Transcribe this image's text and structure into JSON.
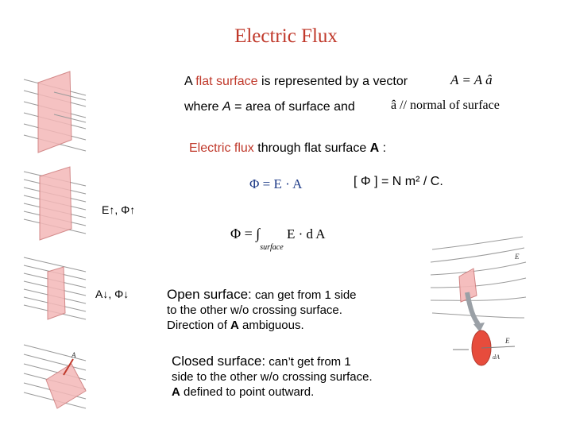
{
  "title": "Electric Flux",
  "line1": {
    "prefix": "A ",
    "highlight": "flat surface",
    "suffix": " is represented by a vector",
    "formula": "A = A â"
  },
  "line2": {
    "text_prefix": "where ",
    "var": "A",
    "text_mid": " = area of surface  and ",
    "formula": "â // normal of surface"
  },
  "line3": {
    "highlight": "Electric flux",
    "suffix": " through flat  surface ",
    "bold": "A",
    "colon": " :"
  },
  "flux_formula": "Φ = E · A",
  "units": "[ Φ ] = N m² / C.",
  "note_e_up": "E↑, Φ↑",
  "note_a_down": "A↓, Φ↓",
  "integral_formula": {
    "lhs": "Φ = ∫",
    "sub": "surface",
    "rhs": "E · d A"
  },
  "open_surface": {
    "label": "Open surface:",
    "text1": "  can get from 1 side",
    "text2": "to the other w/o crossing surface.",
    "text3_prefix": "Direction of  ",
    "text3_bold": "A",
    "text3_suffix": "  ambiguous."
  },
  "closed_surface": {
    "label": "Closed surface:",
    "text1": "  can’t get from 1",
    "text2": "side to the other w/o crossing surface.",
    "text3_bold": "A",
    "text3_suffix": "  defined to point outward."
  },
  "figure_labels": {
    "E1": "E",
    "E2": "E",
    "dA": "dA",
    "A": "A"
  },
  "colors": {
    "title": "#c0392b",
    "highlight": "#c0392b",
    "plate": "#f4b8b8",
    "formula": "#1f3c88"
  }
}
